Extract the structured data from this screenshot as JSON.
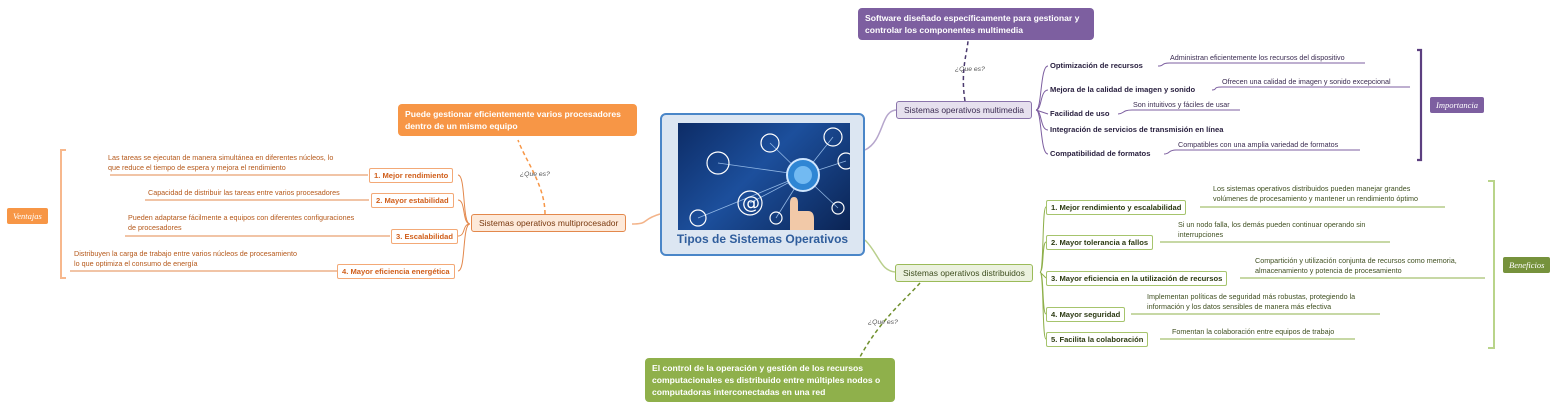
{
  "center": {
    "title": "Tipos de Sistemas Operativos",
    "image_icon": "technology-network-icon"
  },
  "que_es_label": "¿Que es?",
  "multimedia": {
    "label": "Sistemas operativos multimedia",
    "definition": "Software diseñado específicamente para gestionar y controlar los componentes multimedia",
    "tag": "Importancia",
    "color": "#7d5fa0",
    "items": [
      {
        "title": "Optimización de recursos",
        "desc": "Administran eficientemente los recursos del dispositivo"
      },
      {
        "title": "Mejora de la calidad de imagen y sonido",
        "desc": "Ofrecen una calidad de imagen y sonido excepcional"
      },
      {
        "title": "Facilidad de uso",
        "desc": "Son intuitivos y fáciles de usar"
      },
      {
        "title": "Integración de servicios de transmisión en línea",
        "desc": ""
      },
      {
        "title": "Compatibilidad de formatos",
        "desc": "Compatibles con una amplia variedad de formatos"
      }
    ]
  },
  "multiprocesador": {
    "label": "Sistemas operativos multiprocesador",
    "definition": "Puede gestionar eficientemente varios procesadores dentro de un mismo equipo",
    "tag": "Ventajas",
    "color": "#f79646",
    "items": [
      {
        "title": "1. Mejor rendimiento",
        "desc1": "Las tareas se ejecutan de manera simultánea en diferentes núcleos, lo",
        "desc2": "que reduce el tiempo de espera y mejora el rendimiento"
      },
      {
        "title": "2. Mayor estabilidad",
        "desc1": "Capacidad de distribuir las tareas entre varios procesadores",
        "desc2": ""
      },
      {
        "title": "3. Escalabilidad",
        "desc1": "Pueden adaptarse fácilmente a equipos con diferentes configuraciones",
        "desc2": "de procesadores"
      },
      {
        "title": "4. Mayor eficiencia energética",
        "desc1": "Distribuyen la carga de trabajo entre varios núcleos de procesamiento",
        "desc2": "lo que optimiza el consumo de energía"
      }
    ]
  },
  "distribuidos": {
    "label": "Sistemas operativos distribuidos",
    "definition": "El control de la operación y gestión de los recursos computacionales es distribuido entre múltiples nodos o computadoras interconectadas en una red",
    "tag": "Beneficios",
    "color": "#8fb04b",
    "items": [
      {
        "title": "1. Mejor rendimiento y escalabilidad",
        "desc1": "Los sistemas operativos distribuidos pueden manejar grandes",
        "desc2": "volúmenes de procesamiento y mantener un rendimiento óptimo"
      },
      {
        "title": "2. Mayor tolerancia a fallos",
        "desc1": "Si un nodo falla, los demás pueden continuar operando sin",
        "desc2": "interrupciones"
      },
      {
        "title": "3. Mayor eficiencia en la utilización de recursos",
        "desc1": "Compartición y utilización conjunta de recursos como memoria,",
        "desc2": "almacenamiento y potencia de procesamiento"
      },
      {
        "title": "4. Mayor seguridad",
        "desc1": "Implementan políticas de seguridad más robustas, protegiendo la",
        "desc2": "información y los datos sensibles de manera más efectiva"
      },
      {
        "title": "5. Facilita la colaboración",
        "desc1": "Fomentan la colaboración entre equipos de trabajo",
        "desc2": ""
      }
    ]
  }
}
